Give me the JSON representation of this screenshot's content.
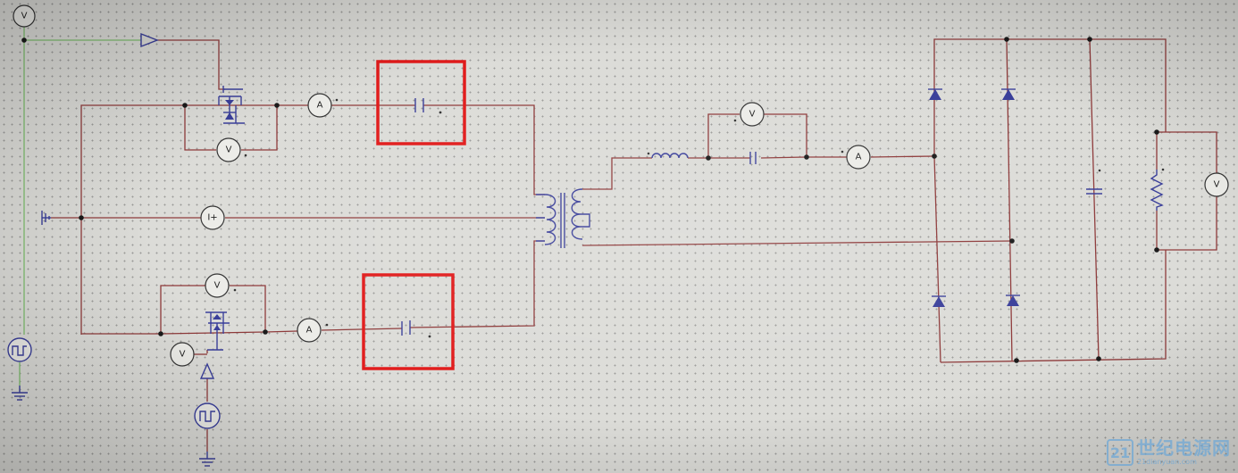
{
  "meters": {
    "voltmeter_symbol": "V",
    "ammeter_symbol": "A",
    "dc_source_symbol": "I+"
  },
  "watermark": {
    "logo_glyph": "21",
    "name": "世纪电源网",
    "url": "21dianyuan.com"
  },
  "colors": {
    "wire": "#8e3a3a",
    "control_wire": "#7fbf6f",
    "component": "#3a3f9a",
    "highlight": "#e11b1b",
    "background": "#dcdcd8"
  },
  "icons": [
    "voltmeter-icon",
    "ammeter-icon",
    "dc-source-icon",
    "square-wave-source-icon",
    "ground-icon",
    "mosfet-icon",
    "capacitor-icon",
    "inductor-icon",
    "transformer-icon",
    "diode-icon",
    "resistor-icon"
  ]
}
